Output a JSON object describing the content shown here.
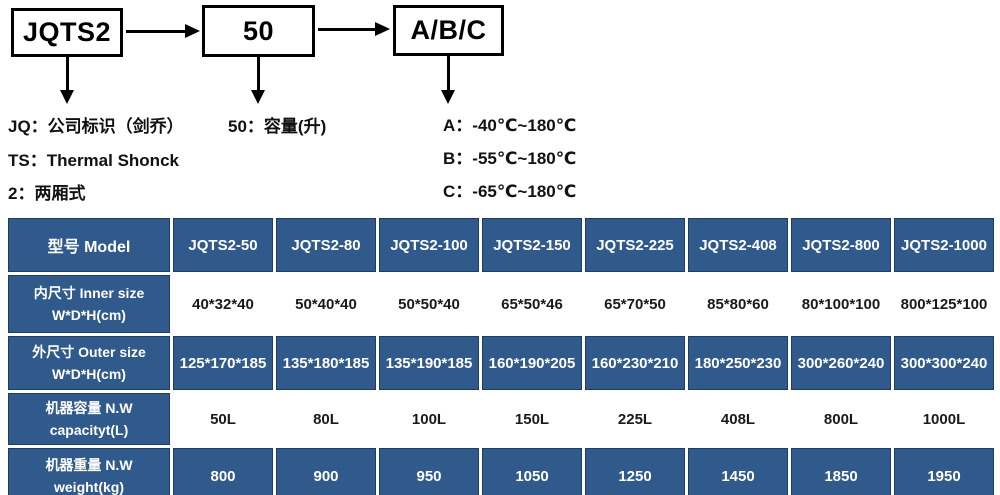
{
  "diagram": {
    "boxes": [
      "JQTS2",
      "50",
      "A/B/C"
    ],
    "notes_left": [
      "JQ：公司标识（剑乔）",
      "TS：Thermal Shonck",
      "2：两厢式"
    ],
    "note_middle": "50：容量(升)",
    "notes_right": [
      "A：-40℃~180℃",
      "B：-55℃~180℃",
      "C：-65℃~180℃"
    ]
  },
  "table": {
    "header_label": "型号 Model",
    "models": [
      "JQTS2-50",
      "JQTS2-80",
      "JQTS2-100",
      "JQTS2-150",
      "JQTS2-225",
      "JQTS2-408",
      "JQTS2-800",
      "JQTS2-1000"
    ],
    "rows": [
      {
        "name": "inner-size",
        "label_zh": "内尺寸 Inner size",
        "label_en": "W*D*H(cm)",
        "style": "light",
        "values": [
          "40*32*40",
          "50*40*40",
          "50*50*40",
          "65*50*46",
          "65*70*50",
          "85*80*60",
          "80*100*100",
          "800*125*100"
        ]
      },
      {
        "name": "outer-size",
        "label_zh": "外尺寸 Outer size",
        "label_en": "W*D*H(cm)",
        "style": "dark",
        "values": [
          "125*170*185",
          "135*180*185",
          "135*190*185",
          "160*190*205",
          "160*230*210",
          "180*250*230",
          "300*260*240",
          "300*300*240"
        ]
      },
      {
        "name": "capacity",
        "label_zh": "机器容量 N.W",
        "label_en": "capacityt(L)",
        "style": "light",
        "values": [
          "50L",
          "80L",
          "100L",
          "150L",
          "225L",
          "408L",
          "800L",
          "1000L"
        ]
      },
      {
        "name": "weight",
        "label_zh": "机器重量 N.W",
        "label_en": "weight(kg)",
        "style": "dark",
        "values": [
          "800",
          "900",
          "950",
          "1050",
          "1250",
          "1450",
          "1850",
          "1950"
        ]
      }
    ]
  },
  "colors": {
    "table_blue": "#305A8C",
    "cell_border": "#1F3D63",
    "text_dark": "#1A1A1A",
    "arrow_black": "#000000"
  }
}
